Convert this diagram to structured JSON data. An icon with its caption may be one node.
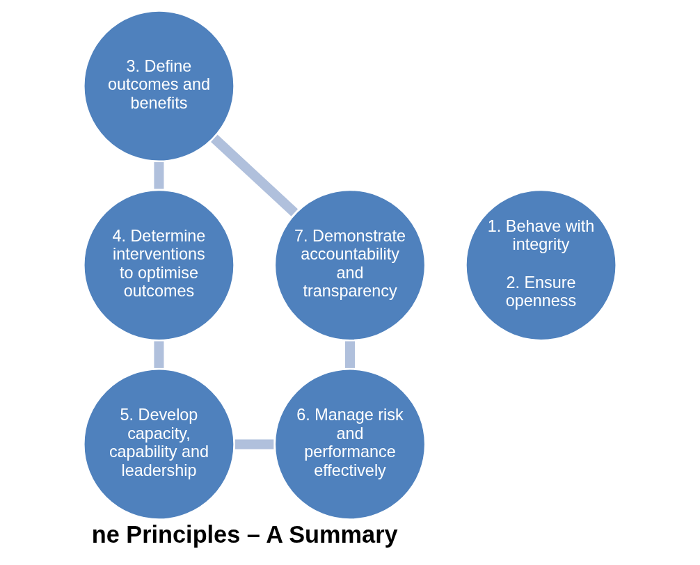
{
  "diagram": {
    "title": "ne Principles – A Summary",
    "nodes": [
      {
        "text": [
          "3. Define outcomes and benefits"
        ]
      },
      {
        "text": [
          "7. Demonstrate accountability and transparency"
        ]
      },
      {
        "text": [
          "1. Behave with integrity",
          "2. Ensure openness"
        ]
      },
      {
        "text": [
          "4. Determine interventions to optimise outcomes"
        ]
      },
      {
        "text": [
          "6. Manage risk and performance effectively"
        ]
      },
      {
        "text": [
          "5. Develop capacity, capability and leadership"
        ]
      }
    ],
    "edges": [
      {
        "from": 0,
        "to": 3,
        "arrow": "none"
      },
      {
        "from": 3,
        "to": 5,
        "arrow": "none"
      },
      {
        "from": 5,
        "to": 4,
        "arrow": "none"
      },
      {
        "from": 4,
        "to": 1,
        "arrow": "none"
      },
      {
        "from": 1,
        "to": 0,
        "arrow": "none"
      }
    ]
  }
}
